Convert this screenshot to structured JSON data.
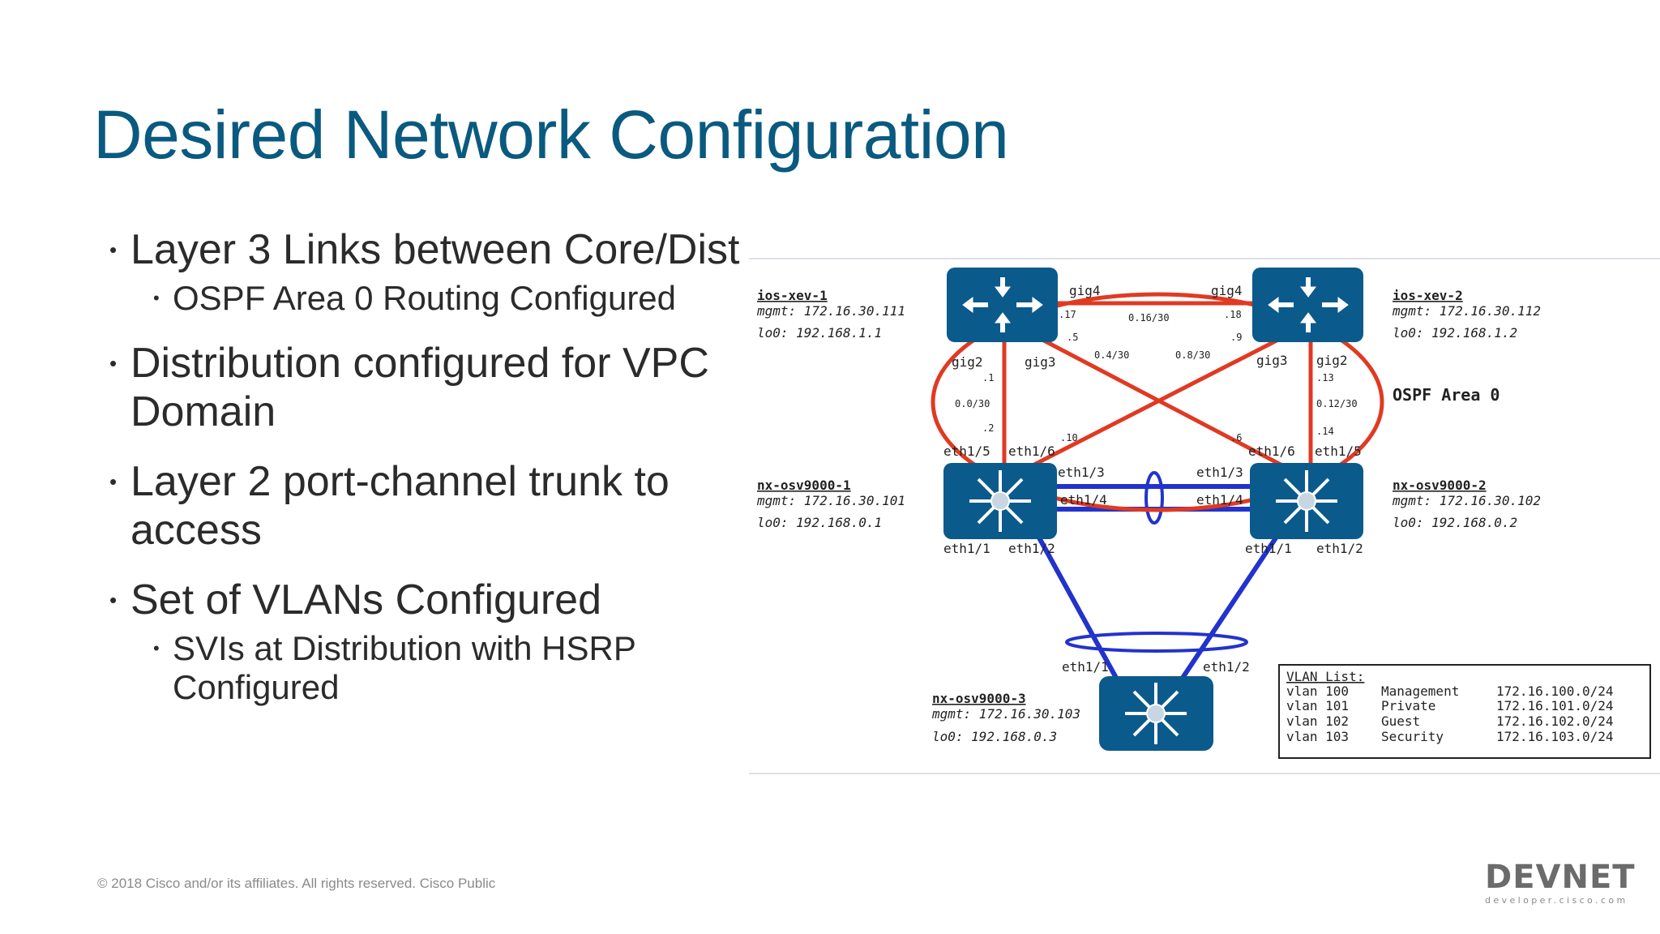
{
  "title": "Desired Network Configuration",
  "bullets": [
    {
      "text": "Layer 3 Links between Core/Dist",
      "sub": [
        "OSPF Area 0 Routing Configured"
      ]
    },
    {
      "text": "Distribution configured for VPC Domain",
      "sub": []
    },
    {
      "text": "Layer 2 port-channel trunk to access",
      "sub": []
    },
    {
      "text": "Set of VLANs Configured",
      "sub": [
        "SVIs at Distribution with HSRP Configured"
      ]
    }
  ],
  "footer": "© 2018  Cisco and/or its affiliates. All rights reserved.   Cisco Public",
  "logo": {
    "word": "DEVNET",
    "sub": "developer.cisco.com"
  },
  "colors": {
    "title": "#0a5a80",
    "device": "#0b5a8c",
    "ospf_link": "#e03a22",
    "l2_link": "#2233cc"
  },
  "diagram": {
    "ospf_label": "OSPF Area 0",
    "devices": {
      "ios1": {
        "name": "ios-xev-1",
        "mgmt": "mgmt: 172.16.30.111",
        "lo0": "lo0: 192.168.1.1",
        "icon": "router-icon"
      },
      "ios2": {
        "name": "ios-xev-2",
        "mgmt": "mgmt: 172.16.30.112",
        "lo0": "lo0: 192.168.1.2",
        "icon": "router-icon"
      },
      "nx1": {
        "name": "nx-osv9000-1",
        "mgmt": "mgmt: 172.16.30.101",
        "lo0": "lo0: 192.168.0.1",
        "icon": "switch-icon"
      },
      "nx2": {
        "name": "nx-osv9000-2",
        "mgmt": "mgmt: 172.16.30.102",
        "lo0": "lo0: 192.168.0.2",
        "icon": "switch-icon"
      },
      "nx3": {
        "name": "nx-osv9000-3",
        "mgmt": "mgmt: 172.16.30.103",
        "lo0": "lo0: 192.168.0.3",
        "icon": "switch-icon"
      }
    },
    "ports": {
      "ios1_gig4": "gig4",
      "ios2_gig4": "gig4",
      "ios1_gig2": "gig2",
      "ios1_gig3": "gig3",
      "ios2_gig3": "gig3",
      "ios2_gig2": "gig2",
      "nx1_e15": "eth1/5",
      "nx1_e16": "eth1/6",
      "nx1_e13": "eth1/3",
      "nx1_e14": "eth1/4",
      "nx1_e11": "eth1/1",
      "nx1_e12": "eth1/2",
      "nx2_e16": "eth1/6",
      "nx2_e15": "eth1/5",
      "nx2_e13": "eth1/3",
      "nx2_e14": "eth1/4",
      "nx2_e11": "eth1/1",
      "nx2_e12": "eth1/2",
      "nx3_e11": "eth1/1",
      "nx3_e12": "eth1/2"
    },
    "subnets": {
      "s16": "0.16/30",
      "s4": "0.4/30",
      "s8": "0.8/30",
      "s0": "0.0/30",
      "s12": "0.12/30",
      "h17": ".17",
      "h18": ".18",
      "h5": ".5",
      "h9": ".9",
      "h1": ".1",
      "h13": ".13",
      "h2": ".2",
      "h10": ".10",
      "h6": ".6",
      "h14": ".14"
    },
    "vlan_list": {
      "title": "VLAN List:",
      "rows": [
        {
          "id": "vlan 100",
          "name": "Management",
          "subnet": "172.16.100.0/24"
        },
        {
          "id": "vlan 101",
          "name": "Private",
          "subnet": "172.16.101.0/24"
        },
        {
          "id": "vlan 102",
          "name": "Guest",
          "subnet": "172.16.102.0/24"
        },
        {
          "id": "vlan 103",
          "name": "Security",
          "subnet": "172.16.103.0/24"
        }
      ]
    }
  }
}
